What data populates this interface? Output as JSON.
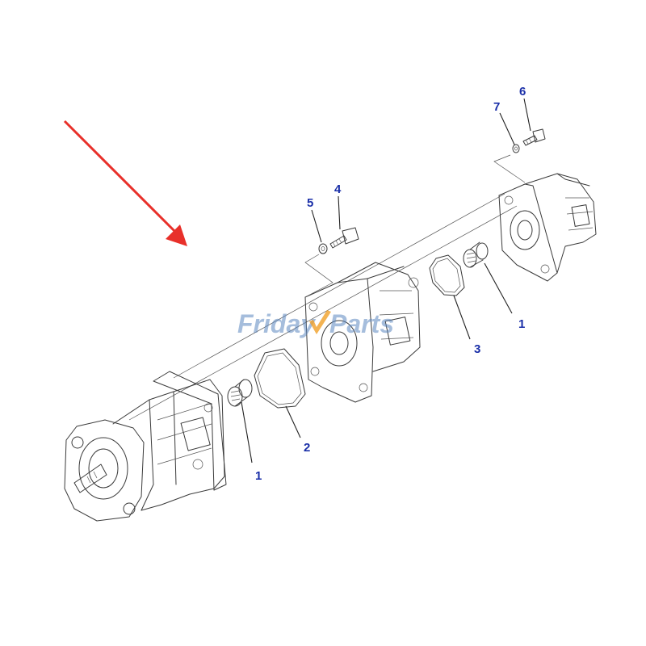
{
  "watermark": {
    "left": "Friday",
    "right": "Parts"
  },
  "callouts": [
    {
      "id": "c1a",
      "text": "1"
    },
    {
      "id": "c1b",
      "text": "1"
    },
    {
      "id": "c2",
      "text": "2"
    },
    {
      "id": "c3",
      "text": "3"
    },
    {
      "id": "c4",
      "text": "4"
    },
    {
      "id": "c5",
      "text": "5"
    },
    {
      "id": "c6",
      "text": "6"
    },
    {
      "id": "c7",
      "text": "7"
    }
  ],
  "colors": {
    "callout": "#1a2fa8",
    "arrow": "#e8302a",
    "line_art": "#3a3a3a",
    "watermark": "#5b86c0"
  }
}
